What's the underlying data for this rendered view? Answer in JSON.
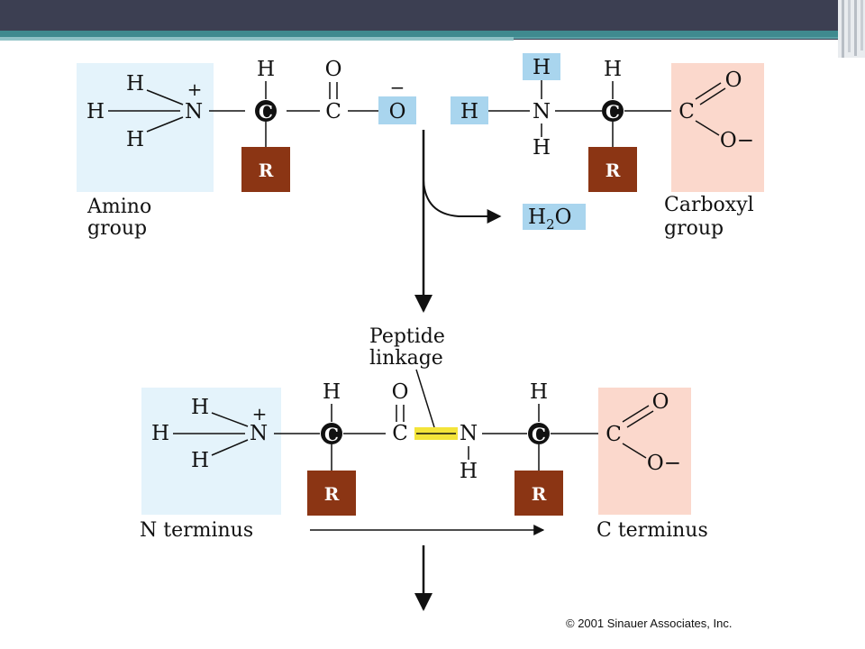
{
  "atoms": {
    "H": "H",
    "N": "N",
    "C": "C",
    "O": "O",
    "R": "R",
    "plus": "+",
    "minus": "−",
    "o_minus": "O−",
    "water_h": "H",
    "water_sub": "2",
    "water_o": "O"
  },
  "labels": {
    "amino_line1": "Amino",
    "amino_line2": "group",
    "carboxyl_line1": "Carboxyl",
    "carboxyl_line2": "group",
    "peptide_line1": "Peptide",
    "peptide_line2": "linkage",
    "n_terminus": "N terminus",
    "c_terminus": "C terminus"
  },
  "copyright": "© 2001 Sinauer Associates, Inc.",
  "colors": {
    "header": "#3c3f52",
    "accent": "#3f8a8f",
    "amino_box": "#e4f3fb",
    "carboxyl_box": "#fbd8cc",
    "r_box": "#8b3514",
    "highlight_blue": "#a9d5ee",
    "peptide_bond": "#f3e43a"
  }
}
